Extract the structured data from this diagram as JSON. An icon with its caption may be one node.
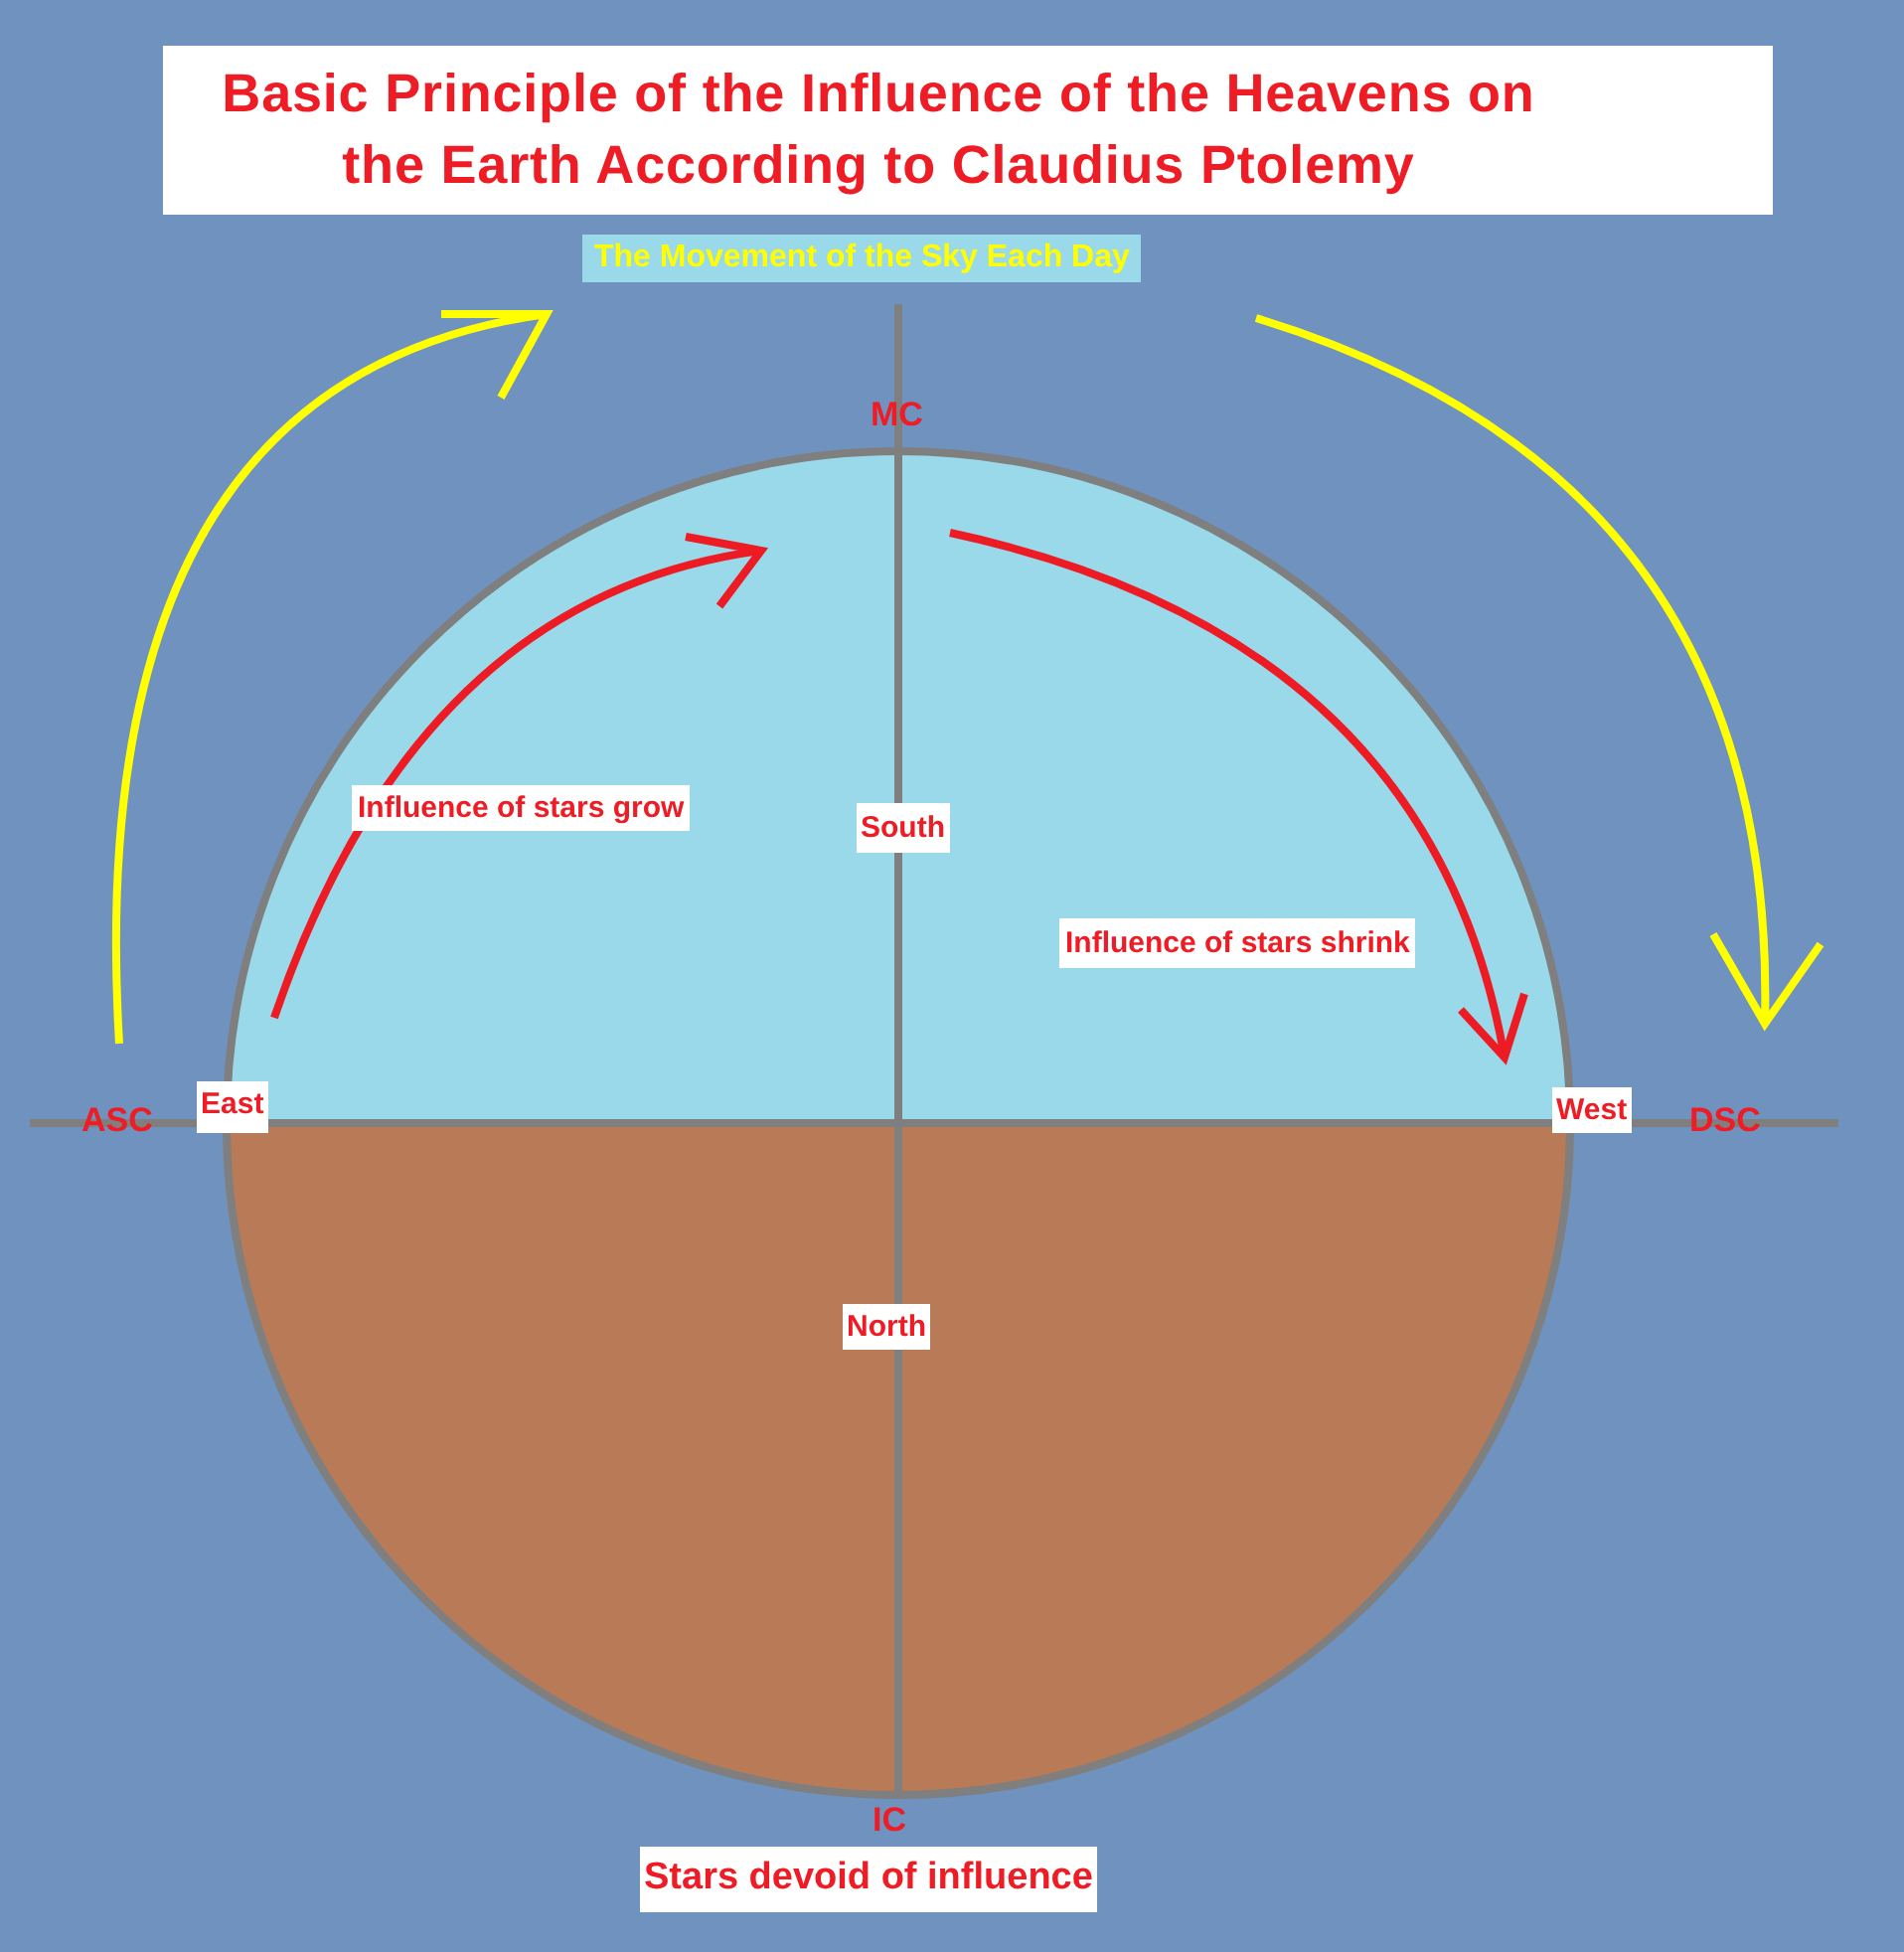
{
  "diagram": {
    "title": "Basic Principle of the Influence of the Heavens on the Earth According to Claudius Ptolemy",
    "labels": [
      "The Movement of the Sky Each Day",
      "MC",
      "Influence of stars grow",
      "South",
      "Influence of stars shrink",
      "ASC",
      "East",
      "West",
      "DSC",
      "North",
      "IC",
      "Stars devoid of influence"
    ]
  }
}
